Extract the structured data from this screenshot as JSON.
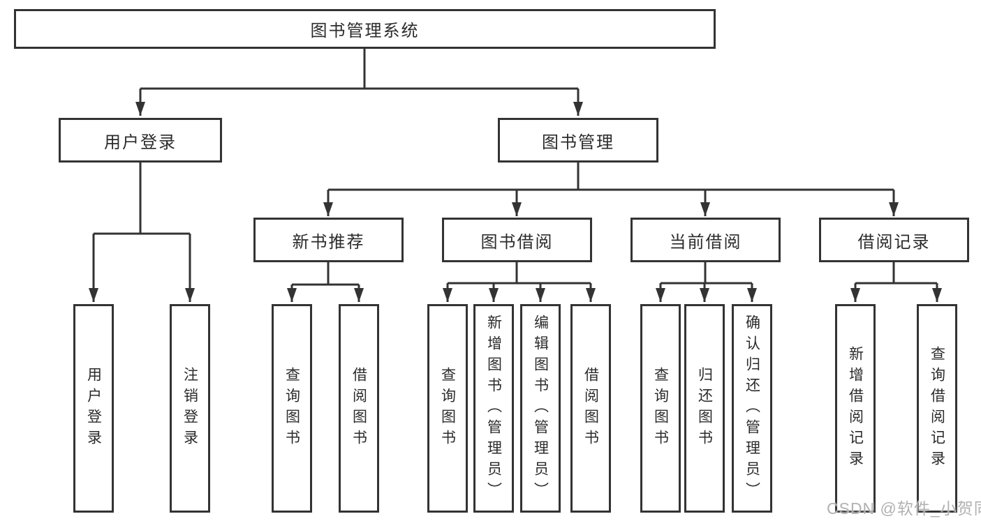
{
  "diagram": {
    "root": {
      "label": "图书管理系统"
    },
    "branches": [
      {
        "label": "用户登录",
        "children": [
          {
            "label": "用户登录"
          },
          {
            "label": "注销登录"
          }
        ]
      },
      {
        "label": "图书管理",
        "children": [
          {
            "label": "新书推荐",
            "children": [
              {
                "label": "查询图书"
              },
              {
                "label": "借阅图书"
              }
            ]
          },
          {
            "label": "图书借阅",
            "children": [
              {
                "label": "查询图书"
              },
              {
                "label": "新增图书（管理员）"
              },
              {
                "label": "编辑图书（管理员）"
              },
              {
                "label": "借阅图书"
              }
            ]
          },
          {
            "label": "当前借阅",
            "children": [
              {
                "label": "查询图书"
              },
              {
                "label": "归还图书"
              },
              {
                "label": "确认归还（管理员）"
              }
            ]
          },
          {
            "label": "借阅记录",
            "children": [
              {
                "label": "新增借阅记录"
              },
              {
                "label": "查询借阅记录"
              }
            ]
          }
        ]
      }
    ]
  },
  "watermark": {
    "text": "CSDN @软件_小贺同学"
  },
  "colors": {
    "line": "#333333",
    "text": "#2b2b2b",
    "watermark": "#b3b1b1"
  }
}
